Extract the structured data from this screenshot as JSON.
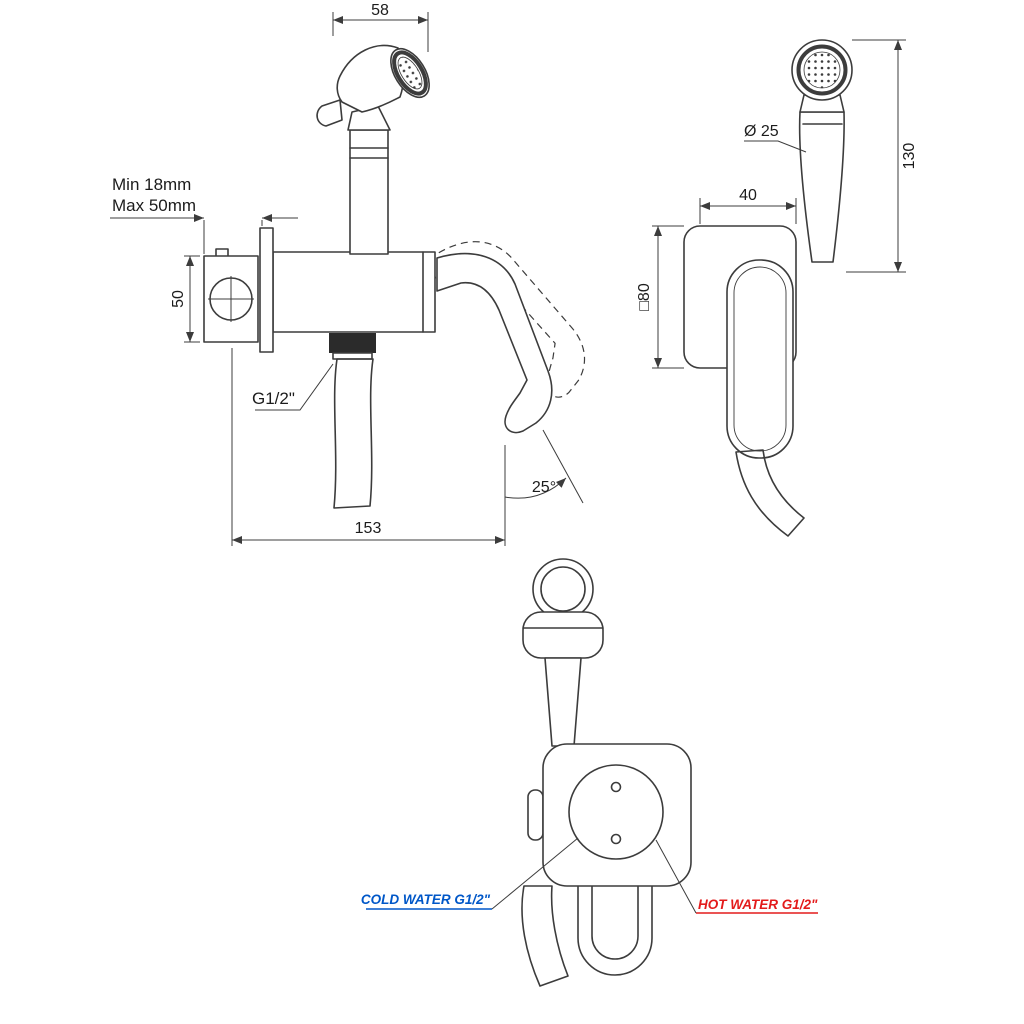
{
  "colors": {
    "line": "#3c3c3c",
    "cold_water": "#0057c8",
    "hot_water": "#e31b1b",
    "background": "#ffffff"
  },
  "views": {
    "side": {
      "dims": {
        "width_top": "58",
        "min_depth": "Min 18mm",
        "max_depth": "Max 50mm",
        "plate_height": "50",
        "thread": "G1/2\"",
        "total_width": "153",
        "spray_angle": "25°"
      }
    },
    "right": {
      "dims": {
        "hose_diameter": "Ø 25",
        "height": "130",
        "depth": "40",
        "plate_size": "□80"
      }
    },
    "front": {
      "labels": {
        "cold_water": "COLD WATER G1/2\"",
        "hot_water": "HOT WATER G1/2\""
      }
    }
  }
}
